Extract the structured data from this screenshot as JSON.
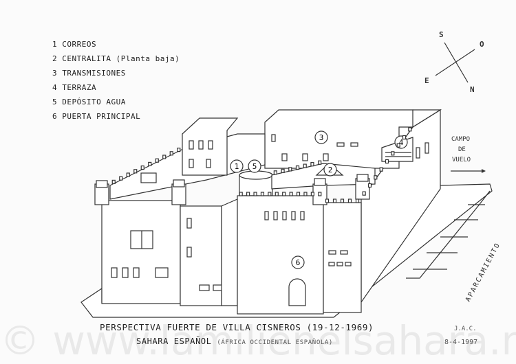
{
  "legend": [
    "1 CORREOS",
    "2 CENTRALITA (Planta baja)",
    "3 TRANSMISIONES",
    "4 TERRAZA",
    "5 DEPÓSITO AGUA",
    "6 PUERTA PRINCIPAL"
  ],
  "compass": {
    "s": "S",
    "o": "O",
    "e": "E",
    "n": "N"
  },
  "markers": [
    "1",
    "2",
    "3",
    "4",
    "5",
    "6"
  ],
  "campo": [
    "CAMPO",
    "DE",
    "VUELO"
  ],
  "aparcamiento": "APARCAMIENTO",
  "title": "PERSPECTIVA FUERTE DE VILLA CISNEROS (19-12-1969)",
  "initials": "J.A.C.",
  "subtitle": "SAHARA ESPAÑOL",
  "subtitle_note": "(ÁFRICA OCCIDENTAL ESPAÑOLA)",
  "date": "8-4-1997",
  "watermark": "© www.lamilienelsahara.net"
}
